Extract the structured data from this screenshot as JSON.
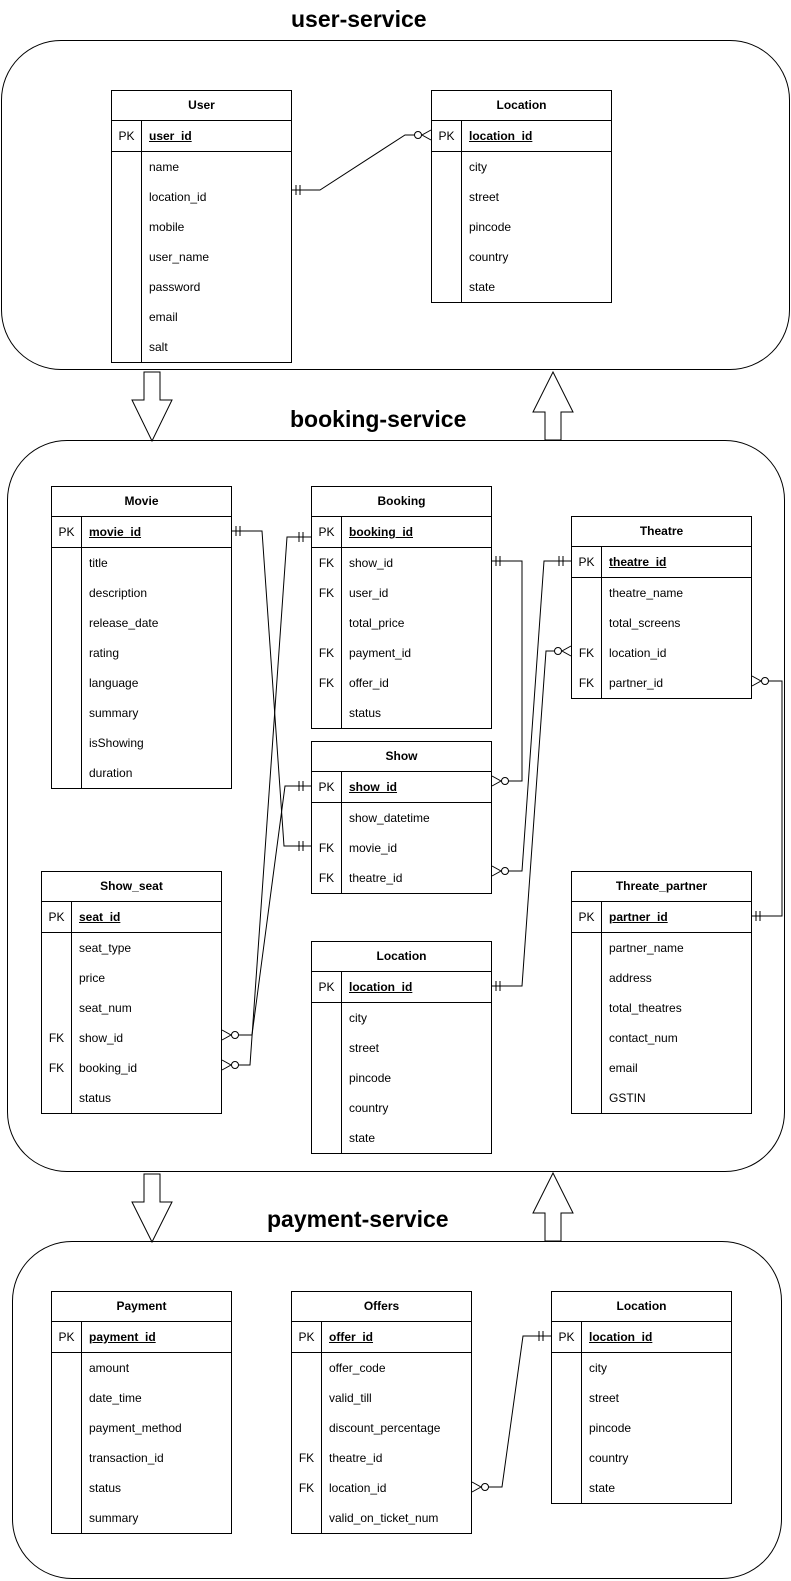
{
  "services": [
    {
      "id": "user-service",
      "title": "user-service",
      "entities": [
        {
          "id": "user",
          "title": "User",
          "pk": {
            "key": "PK",
            "field": "user_id"
          },
          "rows": [
            {
              "key": "",
              "field": "name"
            },
            {
              "key": "",
              "field": "location_id"
            },
            {
              "key": "",
              "field": "mobile"
            },
            {
              "key": "",
              "field": "user_name"
            },
            {
              "key": "",
              "field": "password"
            },
            {
              "key": "",
              "field": "email"
            },
            {
              "key": "",
              "field": "salt"
            }
          ]
        },
        {
          "id": "user-location",
          "title": "Location",
          "pk": {
            "key": "PK",
            "field": "location_id"
          },
          "rows": [
            {
              "key": "",
              "field": "city"
            },
            {
              "key": "",
              "field": "street"
            },
            {
              "key": "",
              "field": "pincode"
            },
            {
              "key": "",
              "field": "country"
            },
            {
              "key": "",
              "field": "state"
            }
          ]
        }
      ]
    },
    {
      "id": "booking-service",
      "title": "booking-service",
      "entities": [
        {
          "id": "movie",
          "title": "Movie",
          "pk": {
            "key": "PK",
            "field": "movie_id"
          },
          "rows": [
            {
              "key": "",
              "field": "title"
            },
            {
              "key": "",
              "field": "description"
            },
            {
              "key": "",
              "field": "release_date"
            },
            {
              "key": "",
              "field": "rating"
            },
            {
              "key": "",
              "field": "language"
            },
            {
              "key": "",
              "field": "summary"
            },
            {
              "key": "",
              "field": "isShowing"
            },
            {
              "key": "",
              "field": "duration"
            }
          ]
        },
        {
          "id": "booking",
          "title": "Booking",
          "pk": {
            "key": "PK",
            "field": "booking_id"
          },
          "rows": [
            {
              "key": "FK",
              "field": "show_id"
            },
            {
              "key": "FK",
              "field": "user_id"
            },
            {
              "key": "",
              "field": "total_price"
            },
            {
              "key": "FK",
              "field": "payment_id"
            },
            {
              "key": "FK",
              "field": "offer_id"
            },
            {
              "key": "",
              "field": "status"
            }
          ]
        },
        {
          "id": "theatre",
          "title": "Theatre",
          "pk": {
            "key": "PK",
            "field": "theatre_id"
          },
          "rows": [
            {
              "key": "",
              "field": "theatre_name"
            },
            {
              "key": "",
              "field": "total_screens"
            },
            {
              "key": "FK",
              "field": "location_id"
            },
            {
              "key": "FK",
              "field": "partner_id"
            }
          ]
        },
        {
          "id": "show",
          "title": "Show",
          "pk": {
            "key": "PK",
            "field": "show_id"
          },
          "rows": [
            {
              "key": "",
              "field": "show_datetime"
            },
            {
              "key": "FK",
              "field": "movie_id"
            },
            {
              "key": "FK",
              "field": "theatre_id"
            }
          ]
        },
        {
          "id": "show-seat",
          "title": "Show_seat",
          "pk": {
            "key": "PK",
            "field": "seat_id"
          },
          "rows": [
            {
              "key": "",
              "field": "seat_type"
            },
            {
              "key": "",
              "field": "price"
            },
            {
              "key": "",
              "field": "seat_num"
            },
            {
              "key": "FK",
              "field": "show_id"
            },
            {
              "key": "FK",
              "field": "booking_id"
            },
            {
              "key": "",
              "field": "status"
            }
          ]
        },
        {
          "id": "booking-location",
          "title": "Location",
          "pk": {
            "key": "PK",
            "field": "location_id"
          },
          "rows": [
            {
              "key": "",
              "field": "city"
            },
            {
              "key": "",
              "field": "street"
            },
            {
              "key": "",
              "field": "pincode"
            },
            {
              "key": "",
              "field": "country"
            },
            {
              "key": "",
              "field": "state"
            }
          ]
        },
        {
          "id": "partner",
          "title": "Threate_partner",
          "pk": {
            "key": "PK",
            "field": "partner_id"
          },
          "rows": [
            {
              "key": "",
              "field": "partner_name"
            },
            {
              "key": "",
              "field": "address"
            },
            {
              "key": "",
              "field": "total_theatres"
            },
            {
              "key": "",
              "field": "contact_num"
            },
            {
              "key": "",
              "field": "email"
            },
            {
              "key": "",
              "field": "GSTIN"
            }
          ]
        }
      ]
    },
    {
      "id": "payment-service",
      "title": "payment-service",
      "entities": [
        {
          "id": "payment",
          "title": "Payment",
          "pk": {
            "key": "PK",
            "field": "payment_id"
          },
          "rows": [
            {
              "key": "",
              "field": "amount"
            },
            {
              "key": "",
              "field": "date_time"
            },
            {
              "key": "",
              "field": "payment_method"
            },
            {
              "key": "",
              "field": "transaction_id"
            },
            {
              "key": "",
              "field": "status"
            },
            {
              "key": "",
              "field": "summary"
            }
          ]
        },
        {
          "id": "offers",
          "title": "Offers",
          "pk": {
            "key": "PK",
            "field": "offer_id"
          },
          "rows": [
            {
              "key": "",
              "field": "offer_code"
            },
            {
              "key": "",
              "field": "valid_till"
            },
            {
              "key": "",
              "field": "discount_percentage"
            },
            {
              "key": "FK",
              "field": "theatre_id"
            },
            {
              "key": "FK",
              "field": "location_id"
            },
            {
              "key": "",
              "field": "valid_on_ticket_num"
            }
          ]
        },
        {
          "id": "payment-location",
          "title": "Location",
          "pk": {
            "key": "PK",
            "field": "location_id"
          },
          "rows": [
            {
              "key": "",
              "field": "city"
            },
            {
              "key": "",
              "field": "street"
            },
            {
              "key": "",
              "field": "pincode"
            },
            {
              "key": "",
              "field": "country"
            },
            {
              "key": "",
              "field": "state"
            }
          ]
        }
      ]
    }
  ],
  "relationships": [
    {
      "from": "user.location_id",
      "from_end": "one-mandatory",
      "to": "user-location.location_id",
      "to_end": "zero-or-many"
    },
    {
      "from": "movie.movie_id",
      "from_end": "one-mandatory",
      "to": "show.movie_id",
      "to_end": "one-mandatory"
    },
    {
      "from": "booking.booking_id",
      "from_end": "one-mandatory",
      "to": "show-seat.booking_id",
      "to_end": "zero-or-many"
    },
    {
      "from": "booking.show_id",
      "from_end": "one-mandatory",
      "to": "show.show_id",
      "to_end": "zero-or-many"
    },
    {
      "from": "show.show_id",
      "from_end": "one-mandatory",
      "to": "show-seat.show_id",
      "to_end": "zero-or-many"
    },
    {
      "from": "theatre.theatre_id",
      "from_end": "one-mandatory",
      "to": "show.theatre_id",
      "to_end": "zero-or-many"
    },
    {
      "from": "booking-location.location_id",
      "from_end": "one-mandatory",
      "to": "theatre.location_id",
      "to_end": "zero-or-many"
    },
    {
      "from": "partner.partner_id",
      "from_end": "one-mandatory",
      "to": "theatre.partner_id",
      "to_end": "zero-or-many"
    },
    {
      "from": "payment-location.location_id",
      "from_end": "one-mandatory",
      "to": "offers.location_id",
      "to_end": "zero-or-many"
    }
  ],
  "flows": [
    {
      "from": "user-service",
      "to": "booking-service"
    },
    {
      "from": "booking-service",
      "to": "user-service"
    },
    {
      "from": "booking-service",
      "to": "payment-service"
    },
    {
      "from": "payment-service",
      "to": "booking-service"
    }
  ]
}
